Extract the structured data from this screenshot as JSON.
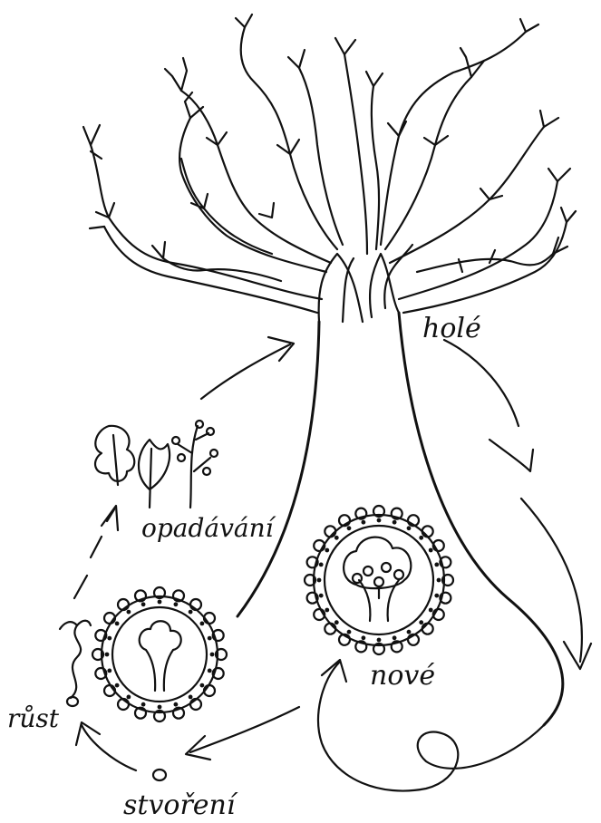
{
  "labels": {
    "bare": "holé",
    "shedding": "opadávání",
    "new": "nové",
    "growth": "růst",
    "creation": "stvoření"
  },
  "colors": {
    "ink": "#111111",
    "paper": "#ffffff"
  },
  "icons": [
    "tree-icon",
    "leaf-icon",
    "berry-branch-icon",
    "seed-icon",
    "sprout-icon",
    "fruit-tree-medallion-icon",
    "small-tree-medallion-icon"
  ]
}
